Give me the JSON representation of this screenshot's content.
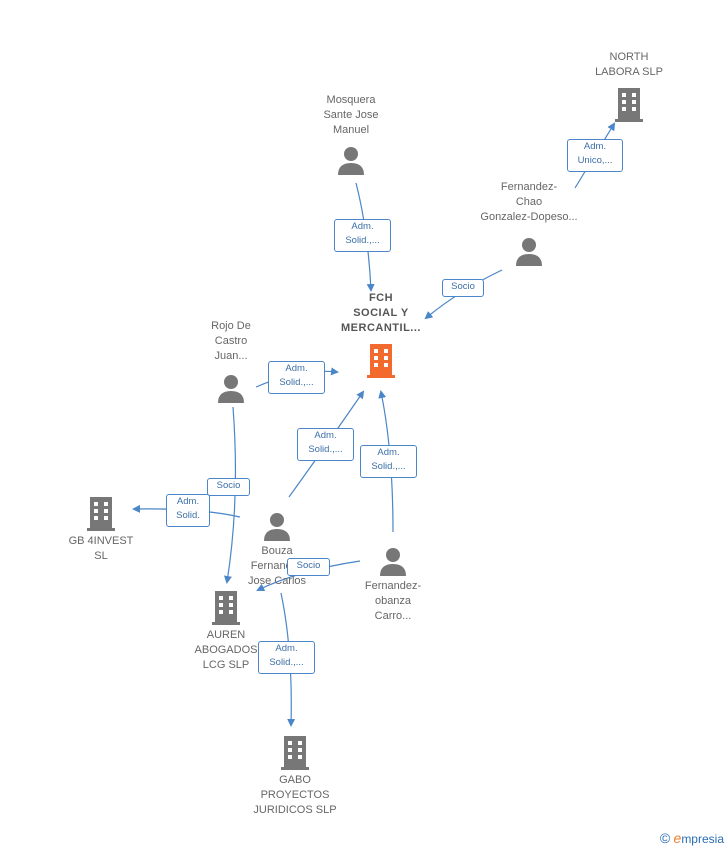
{
  "nodes": {
    "north_labora": {
      "label": "NORTH\nLABORA  SLP",
      "kind": "company"
    },
    "mosquera": {
      "label": "Mosquera\nSante Jose\nManuel",
      "kind": "person"
    },
    "fernandez_chao": {
      "label": "Fernandez-\nChao\nGonzalez-Dopeso...",
      "kind": "person"
    },
    "fch": {
      "label": "FCH\nSOCIAL Y\nMERCANTIL...",
      "kind": "main-company"
    },
    "rojo": {
      "label": "Rojo De\nCastro\nJuan...",
      "kind": "person"
    },
    "gb4invest": {
      "label": "GB 4INVEST\nSL",
      "kind": "company"
    },
    "bouza": {
      "label": "Bouza\nFernandez\nJose Carlos",
      "kind": "person"
    },
    "fernandez_obanza": {
      "label": "Fernandez-\nobanza\nCarro...",
      "kind": "person"
    },
    "auren": {
      "label": "AUREN\nABOGADOS\nLCG SLP",
      "kind": "company"
    },
    "gabo": {
      "label": "GABO\nPROYECTOS\nJURIDICOS  SLP",
      "kind": "company"
    }
  },
  "edges": {
    "adm_unico": "Adm.\nUnico,...",
    "mosquera_fch": "Adm.\nSolid.,...",
    "socio_fch": "Socio",
    "rojo_fch": "Adm.\nSolid.,...",
    "bouza_fch": "Adm.\nSolid.,...",
    "obanza_fch": "Adm.\nSolid.,...",
    "socio_auren_rojo": "Socio",
    "gb_adm": "Adm.\nSolid.",
    "socio_auren_bouza": "Socio",
    "gabo_adm": "Adm.\nSolid.,..."
  },
  "colors": {
    "main_company": "#f26a2e",
    "node_gray": "#777777",
    "edge_blue": "#4a86c8"
  },
  "branding": {
    "copyright_symbol": "©",
    "logo_initial": "e",
    "logo_rest": "mpresia"
  }
}
